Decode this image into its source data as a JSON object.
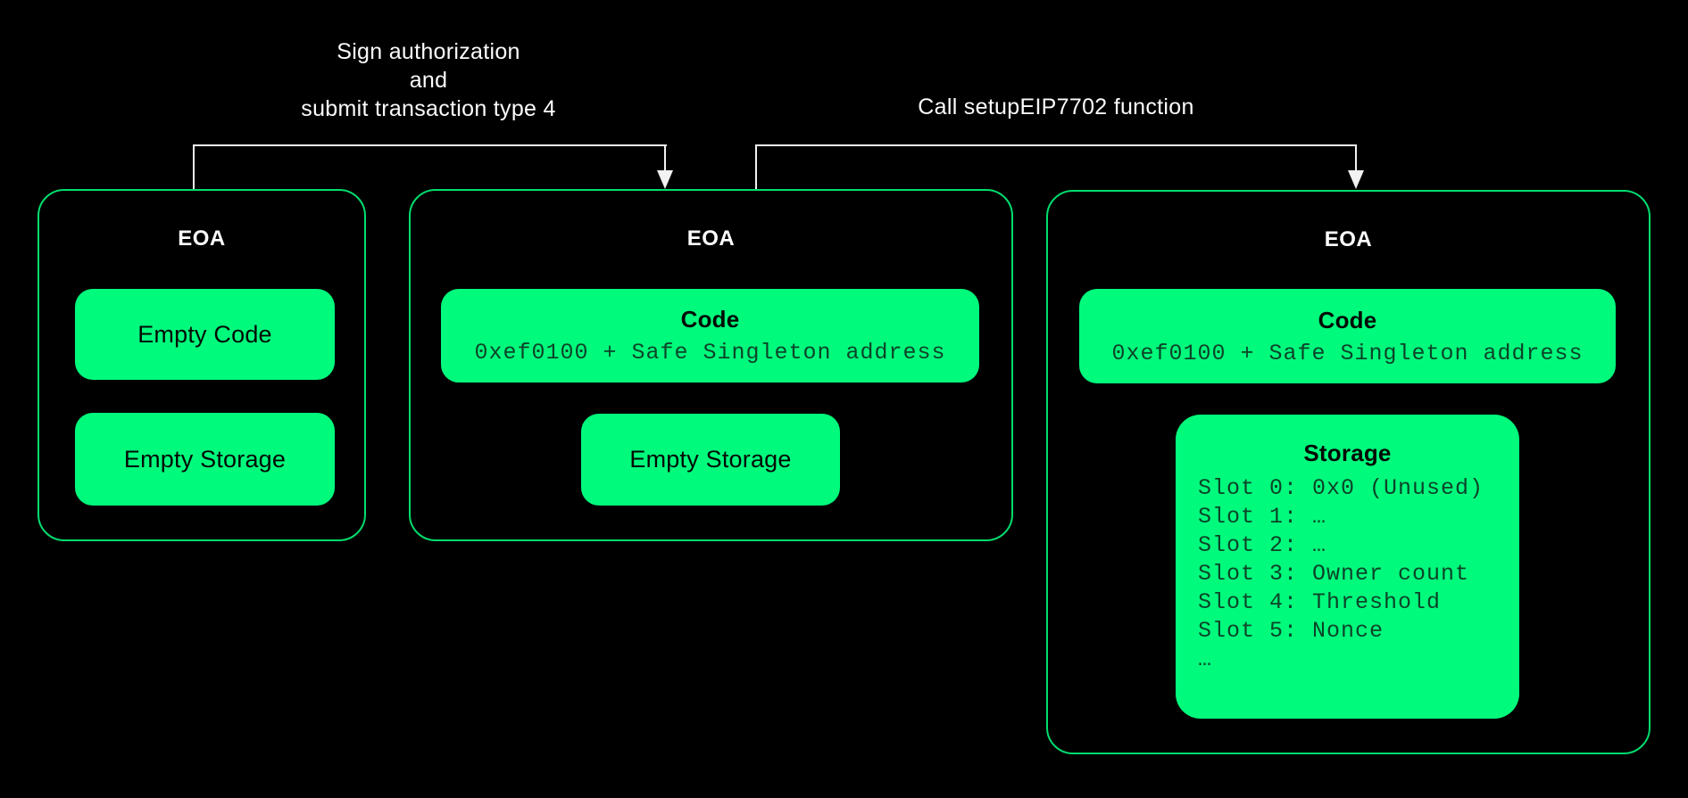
{
  "colors": {
    "background": "#000000",
    "box_border_green": "#00DD6E",
    "chip_fill_green": "#00FB7C",
    "arrow_line": "#F2F2F2",
    "annotation_text": "#FCFCFC",
    "chip_text_dark": "#000A05",
    "mono_text_dark": "#0B4429"
  },
  "annotations": {
    "sign": {
      "lines": [
        "Sign authorization",
        "and",
        "submit transaction type 4"
      ]
    },
    "call": {
      "label": "Call setupEIP7702 function"
    }
  },
  "nodes": [
    {
      "title": "EOA",
      "chips": [
        {
          "label": "Empty Code"
        },
        {
          "label": "Empty Storage"
        }
      ]
    },
    {
      "title": "EOA",
      "chips": [
        {
          "label": "Code",
          "sub": "0xef0100 + Safe Singleton address"
        },
        {
          "label": "Empty Storage"
        }
      ]
    },
    {
      "title": "EOA",
      "chips": [
        {
          "label": "Code",
          "sub": "0xef0100 + Safe Singleton address"
        },
        {
          "label": "Storage",
          "slots": [
            "Slot 0: 0x0 (Unused)",
            "Slot 1: …",
            "Slot 2: …",
            "Slot 3: Owner count",
            "Slot 4: Threshold",
            "Slot 5: Nonce",
            "…"
          ]
        }
      ]
    }
  ]
}
